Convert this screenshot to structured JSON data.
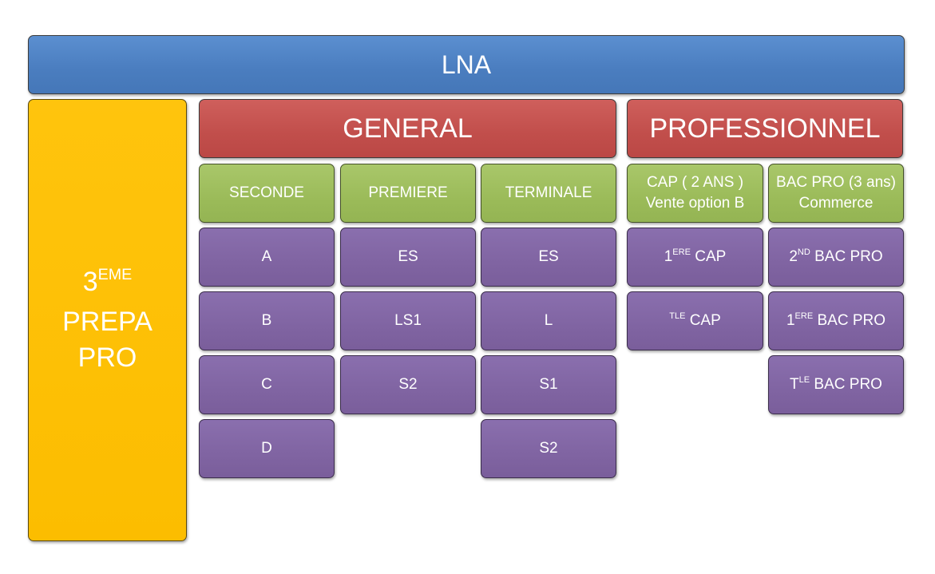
{
  "top": {
    "title": "LNA"
  },
  "side": {
    "line1_base": "3",
    "line1_sup": "EME",
    "line2": "PREPA",
    "line3": "PRO"
  },
  "general": {
    "title": "GENERAL",
    "columns": [
      {
        "header": "SECONDE",
        "items": [
          "A",
          "B",
          "C",
          "D"
        ]
      },
      {
        "header": "PREMIERE",
        "items": [
          "ES",
          "LS1",
          "S2"
        ]
      },
      {
        "header": "TERMINALE",
        "items": [
          "ES",
          "L",
          "S1",
          "S2"
        ]
      }
    ]
  },
  "professionnel": {
    "title": "PROFESSIONNEL",
    "columns": [
      {
        "header_line1": "CAP ( 2 ANS )",
        "header_line2": "Vente option B",
        "items": [
          {
            "base": "1",
            "sup": "ERE",
            "rest": " CAP"
          },
          {
            "base": "",
            "sup": "TLE",
            "rest": " CAP"
          }
        ]
      },
      {
        "header_line1": "BAC PRO (3 ans)",
        "header_line2": "Commerce",
        "items": [
          {
            "base": "2",
            "sup": "ND",
            "rest": " BAC PRO"
          },
          {
            "base": "1",
            "sup": "ERE",
            "rest": " BAC PRO"
          },
          {
            "base": "T",
            "sup": "LE",
            "rest": " BAC PRO"
          }
        ]
      }
    ]
  },
  "colors": {
    "blue": "#4f81bd",
    "orange": "#ffc000",
    "red": "#c0504d",
    "green": "#9bbb59",
    "purple": "#8064a2"
  }
}
